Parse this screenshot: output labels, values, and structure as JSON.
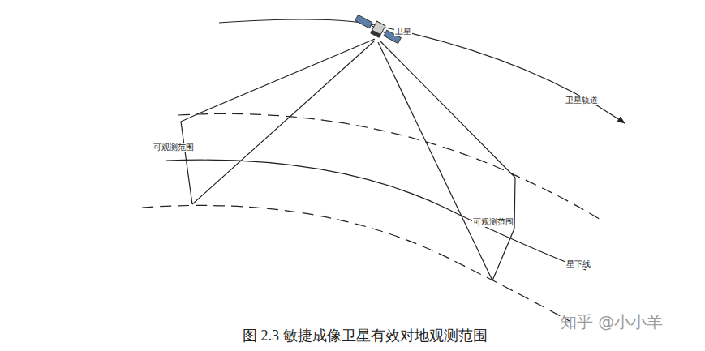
{
  "diagram": {
    "caption": "图 2.3 敏捷成像卫星有效对地观测范围",
    "labels": [
      "卫星",
      "卫星轨道",
      "可观测范围",
      "可观测范围",
      "星下线",
      "知乎 @小小羊"
    ]
  }
}
